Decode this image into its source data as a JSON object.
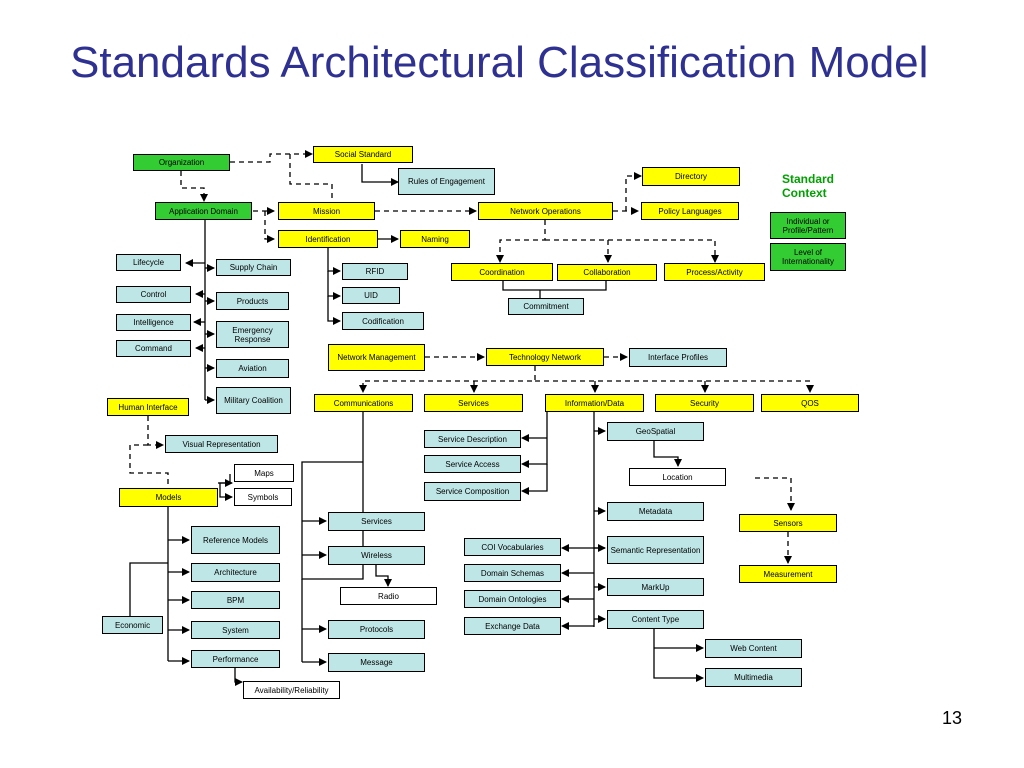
{
  "title": "Standards Architectural Classification Model",
  "page_number": "13",
  "legend": {
    "heading": "Standard Context",
    "individual": "Individual or Profile/Pattern",
    "level": "Level of Internationality"
  },
  "nodes": {
    "organization": "Organization",
    "social_standard": "Social Standard",
    "rules_of_engagement": "Rules of Engagement",
    "directory": "Directory",
    "application_domain": "Application Domain",
    "mission": "Mission",
    "network_operations": "Network Operations",
    "policy_languages": "Policy Languages",
    "identification": "Identification",
    "naming": "Naming",
    "lifecycle": "Lifecycle",
    "supply_chain": "Supply Chain",
    "rfid": "RFID",
    "coordination": "Coordination",
    "collaboration": "Collaboration",
    "process_activity": "Process/Activity",
    "control": "Control",
    "products": "Products",
    "uid": "UID",
    "commitment": "Commitment",
    "intelligence": "Intelligence",
    "emergency_response": "Emergency Response",
    "codification": "Codification",
    "command": "Command",
    "network_management": "Network Management",
    "technology_network": "Technology Network",
    "interface_profiles": "Interface Profiles",
    "aviation": "Aviation",
    "military_coalition": "Military Coalition",
    "human_interface": "Human Interface",
    "communications": "Communications",
    "services_top": "Services",
    "information_data": "Information/Data",
    "security": "Security",
    "qos": "QOS",
    "visual_representation": "Visual Representation",
    "service_description": "Service Description",
    "geospatial": "GeoSpatial",
    "maps": "Maps",
    "service_access": "Service Access",
    "location": "Location",
    "models": "Models",
    "symbols": "Symbols",
    "service_composition": "Service Composition",
    "metadata": "Metadata",
    "sensors": "Sensors",
    "services_comm": "Services",
    "reference_models": "Reference Models",
    "coi_vocabularies": "COI Vocabularies",
    "semantic_representation": "Semantic Representation",
    "wireless": "Wireless",
    "architecture": "Architecture",
    "domain_schemas": "Domain Schemas",
    "measurement": "Measurement",
    "markup": "MarkUp",
    "radio": "Radio",
    "bpm": "BPM",
    "domain_ontologies": "Domain Ontologies",
    "content_type": "Content Type",
    "economic": "Economic",
    "system": "System",
    "protocols": "Protocols",
    "exchange_data": "Exchange Data",
    "web_content": "Web Content",
    "performance": "Performance",
    "message": "Message",
    "multimedia": "Multimedia",
    "availability_reliability": "Availability/Reliability"
  }
}
